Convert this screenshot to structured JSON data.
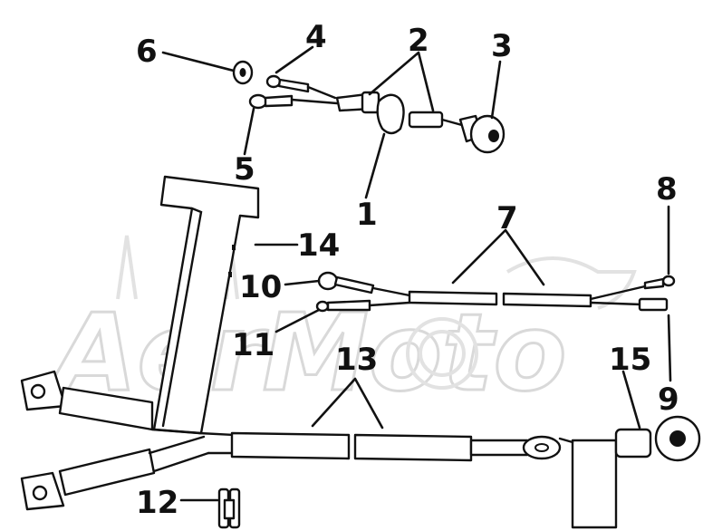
{
  "watermark": {
    "text": "AerMoto"
  },
  "callouts": [
    {
      "id": "1",
      "label": "1"
    },
    {
      "id": "2",
      "label": "2"
    },
    {
      "id": "3",
      "label": "3"
    },
    {
      "id": "4",
      "label": "4"
    },
    {
      "id": "5",
      "label": "5"
    },
    {
      "id": "6",
      "label": "6"
    },
    {
      "id": "7",
      "label": "7"
    },
    {
      "id": "8",
      "label": "8"
    },
    {
      "id": "9",
      "label": "9"
    },
    {
      "id": "10",
      "label": "10"
    },
    {
      "id": "11",
      "label": "11"
    },
    {
      "id": "12",
      "label": "12"
    },
    {
      "id": "13",
      "label": "13"
    },
    {
      "id": "14",
      "label": "14"
    },
    {
      "id": "15",
      "label": "15"
    }
  ]
}
